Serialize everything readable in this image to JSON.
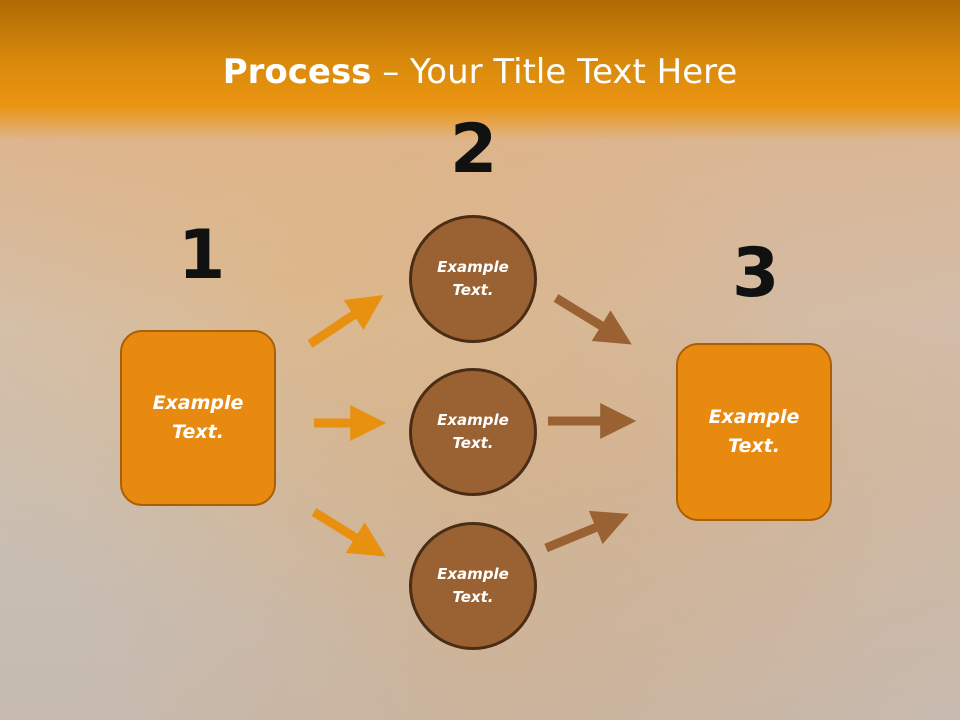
{
  "title": {
    "bold": "Process",
    "rest": " – Your Title Text Here"
  },
  "steps": {
    "one": "1",
    "two": "2",
    "three": "3"
  },
  "left_box": {
    "text": "Example\nText."
  },
  "circles": [
    {
      "text": "Example\nText."
    },
    {
      "text": "Example\nText."
    },
    {
      "text": "Example\nText."
    }
  ],
  "right_box": {
    "text": "Example\nText."
  },
  "colors": {
    "header": "#eb9410",
    "box": "#e88a10",
    "circle": "#9a6232",
    "arrow_orange": "#e8900f",
    "arrow_brown": "#9a6232"
  }
}
